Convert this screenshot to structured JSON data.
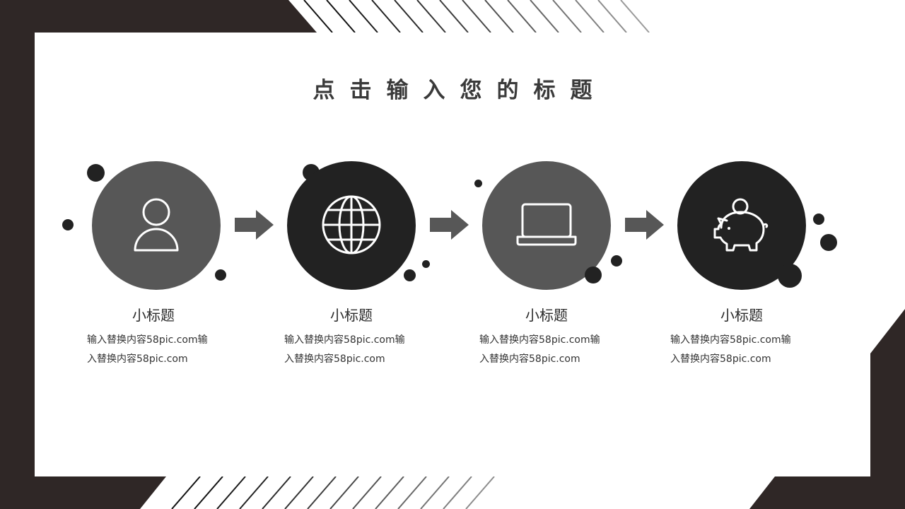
{
  "title": "点击输入您的标题",
  "colors": {
    "dark": "#2f2726",
    "circle_gray": "#575757",
    "circle_black": "#222222",
    "arrow": "#575757"
  },
  "steps": [
    {
      "icon": "user-icon",
      "subtitle": "小标题",
      "line1": "输入替换内容58pic.com输",
      "line2": "入替换内容58pic.com"
    },
    {
      "icon": "globe-icon",
      "subtitle": "小标题",
      "line1": "输入替换内容58pic.com输",
      "line2": "入替换内容58pic.com"
    },
    {
      "icon": "laptop-icon",
      "subtitle": "小标题",
      "line1": "输入替换内容58pic.com输",
      "line2": "入替换内容58pic.com"
    },
    {
      "icon": "piggy-bank-icon",
      "subtitle": "小标题",
      "line1": "输入替换内容58pic.com输",
      "line2": "入替换内容58pic.com"
    }
  ]
}
